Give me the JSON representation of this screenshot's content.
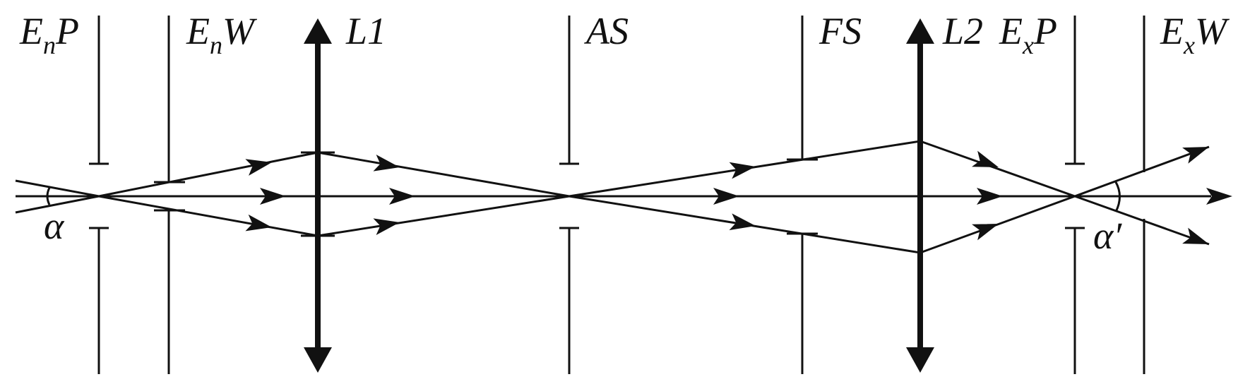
{
  "diagram": {
    "labels": {
      "enp": {
        "main": "E",
        "sub": "n",
        "tail": "P"
      },
      "enw": {
        "main": "E",
        "sub": "n",
        "tail": "W"
      },
      "l1": "L1",
      "as": "AS",
      "fs": "FS",
      "l2": "L2",
      "exp": {
        "main": "E",
        "sub": "x",
        "tail": "P"
      },
      "exw": {
        "main": "E",
        "sub": "x",
        "tail": "W"
      },
      "alpha": "α",
      "alpha_prime": "α′"
    }
  }
}
